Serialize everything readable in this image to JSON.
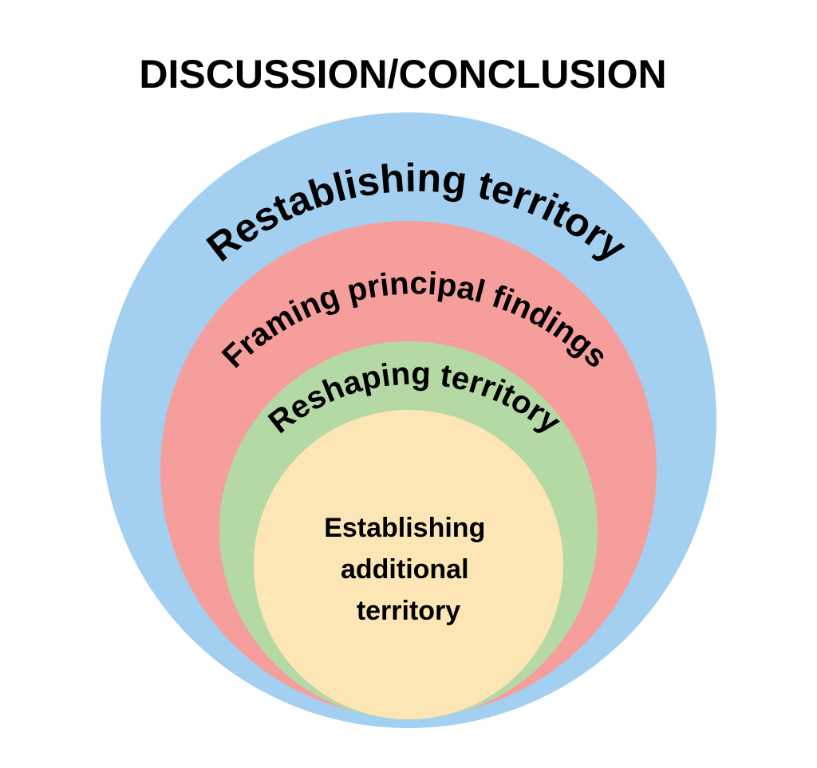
{
  "title": "DISCUSSION/CONCLUSION",
  "rings": [
    {
      "label": "Restablishing territory",
      "color": "#a3d0f0"
    },
    {
      "label": "Framing principal findings",
      "color": "#f59e9c"
    },
    {
      "label": "Reshaping territory",
      "color": "#b5d9a5"
    }
  ],
  "core": {
    "lines": [
      "Establishing",
      "additional",
      "territory"
    ],
    "color": "#fde6b5"
  }
}
